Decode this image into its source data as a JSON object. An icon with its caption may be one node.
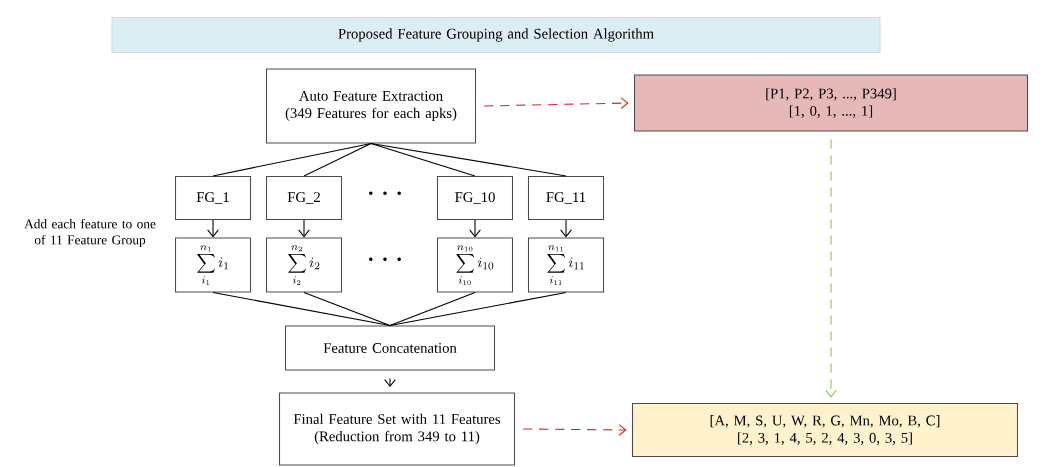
{
  "diagram": {
    "nodes": [
      {
        "text": [
          "Proposed Feature Grouping and Selection Algorithm"
        ]
      },
      {
        "text": [
          "Auto Feature Extraction (349 Features for each apks)"
        ]
      },
      {
        "text": [
          "[P1, P2, P3, ..., P349]",
          "[1, 0,  1,  ..., 1]"
        ]
      },
      {
        "text": [
          "FG_1"
        ]
      },
      {
        "text": [
          "FG_2"
        ]
      },
      {
        "text": [
          "FG_10"
        ]
      },
      {
        "text": [
          "FG_11"
        ]
      },
      {
        "text": [
          "\\sum_{i_1}^{n_1} i_1"
        ]
      },
      {
        "text": [
          "\\sum_{i_2}^{n_2} i_2"
        ]
      },
      {
        "text": [
          "\\sum_{i_{10}}^{n_{10}} i_{10}"
        ]
      },
      {
        "text": [
          "\\sum_{i_{11}}^{n_{11}} i_{11}"
        ]
      },
      {
        "text": [
          "Feature Concatenation"
        ]
      },
      {
        "text": [
          "Final Feature Set with 11 Features (Reduction from 349 to 11)"
        ]
      },
      {
        "text": [
          "[A, M, S, U, W, R, G, Mn, Mo, B, C]",
          "[2, 3,  1,  4,  5,  2,  4, 3, 0, 3, 5]"
        ]
      }
    ],
    "edges": [
      {
        "from": 1,
        "to": 2,
        "arrow": "to",
        "style": "dashed",
        "color": "#d62728"
      },
      {
        "from": 1,
        "to": 3,
        "arrow": "none"
      },
      {
        "from": 1,
        "to": 4,
        "arrow": "none"
      },
      {
        "from": 1,
        "to": 5,
        "arrow": "none"
      },
      {
        "from": 1,
        "to": 6,
        "arrow": "none"
      },
      {
        "from": 3,
        "to": 7,
        "arrow": "to"
      },
      {
        "from": 4,
        "to": 8,
        "arrow": "to"
      },
      {
        "from": 5,
        "to": 9,
        "arrow": "to"
      },
      {
        "from": 6,
        "to": 10,
        "arrow": "to"
      },
      {
        "from": 7,
        "to": 11,
        "arrow": "none"
      },
      {
        "from": 8,
        "to": 11,
        "arrow": "none"
      },
      {
        "from": 9,
        "to": 11,
        "arrow": "none"
      },
      {
        "from": 10,
        "to": 11,
        "arrow": "none"
      },
      {
        "from": 11,
        "to": 12,
        "arrow": "to"
      },
      {
        "from": 2,
        "to": 13,
        "arrow": "to",
        "style": "dashed",
        "color": "#92c353"
      },
      {
        "from": 12,
        "to": 13,
        "arrow": "to",
        "style": "dashed",
        "color": "#d62728"
      }
    ],
    "labels": [
      "Add each feature to one of 11 Feature Group",
      "· · ·",
      "· · ·"
    ]
  }
}
